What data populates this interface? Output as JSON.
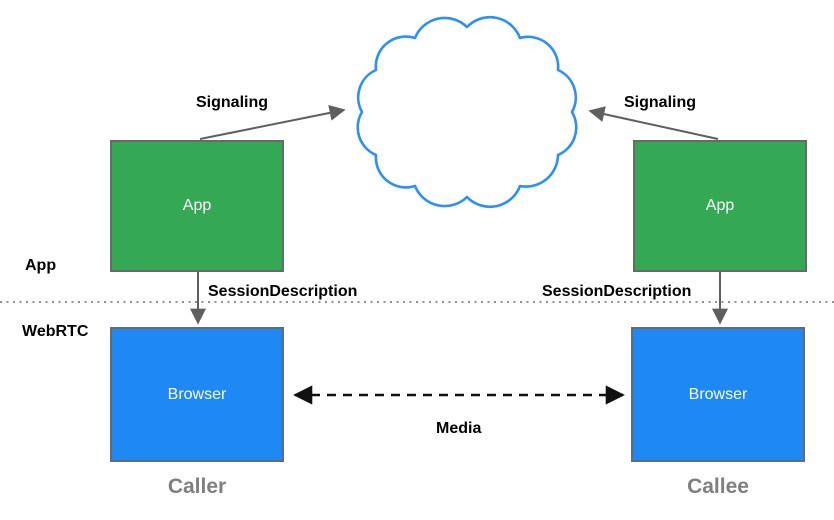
{
  "diagram": {
    "kind": "webrtc-jsep-architecture",
    "layers": {
      "app_label": "App",
      "webrtc_label": "WebRTC"
    },
    "nodes": {
      "app_caller": {
        "label": "App"
      },
      "app_callee": {
        "label": "App"
      },
      "browser_caller": {
        "label": "Browser"
      },
      "browser_callee": {
        "label": "Browser"
      }
    },
    "edges": {
      "signaling_left": {
        "label": "Signaling"
      },
      "signaling_right": {
        "label": "Signaling"
      },
      "session_left": {
        "label": "SessionDescription"
      },
      "session_right": {
        "label": "SessionDescription"
      },
      "media": {
        "label": "Media"
      }
    },
    "footers": {
      "caller": "Caller",
      "callee": "Callee"
    },
    "colors": {
      "app_box_fill": "#35a854",
      "browser_box_fill": "#1e88f5",
      "box_border": "#696969",
      "cloud_stroke": "#2b90f5",
      "arrow_gray": "#5f5f5f",
      "media_arrow_black": "#111111",
      "dotted_divider_gray": "#909090",
      "footer_text_gray": "#7f7f7f",
      "label_text_black": "#000000",
      "box_text_white": "#ffffff"
    }
  }
}
